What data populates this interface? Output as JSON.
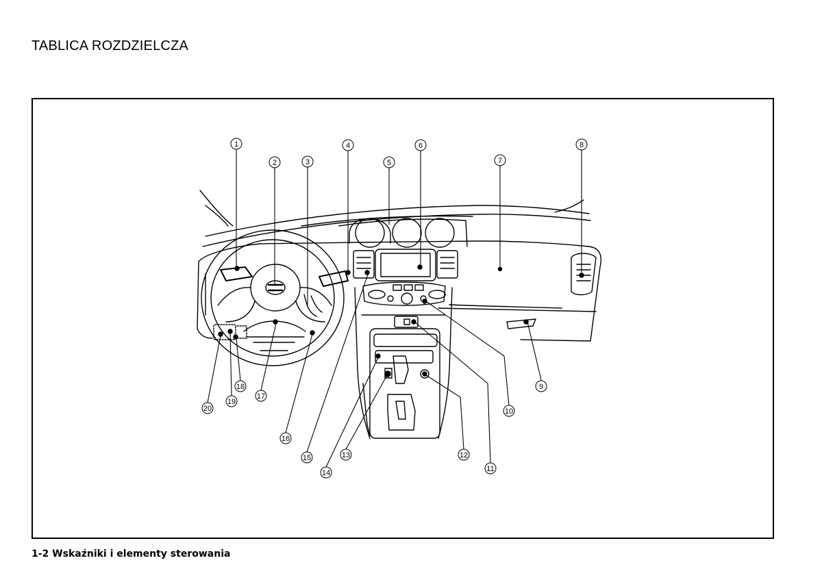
{
  "page": {
    "title": "TABLICA ROZDZIELCZA",
    "footer": "1-2 Wskaźniki i elementy sterowania"
  },
  "diagram": {
    "callouts": [
      {
        "id": "1",
        "label": "1"
      },
      {
        "id": "2",
        "label": "2"
      },
      {
        "id": "3",
        "label": "3"
      },
      {
        "id": "4",
        "label": "4"
      },
      {
        "id": "5",
        "label": "5"
      },
      {
        "id": "6",
        "label": "6"
      },
      {
        "id": "7",
        "label": "7"
      },
      {
        "id": "8",
        "label": "8"
      },
      {
        "id": "9",
        "label": "9"
      },
      {
        "id": "10",
        "label": "10"
      },
      {
        "id": "11",
        "label": "11"
      },
      {
        "id": "12",
        "label": "12"
      },
      {
        "id": "13",
        "label": "13"
      },
      {
        "id": "14",
        "label": "14"
      },
      {
        "id": "15",
        "label": "15"
      },
      {
        "id": "16",
        "label": "16"
      },
      {
        "id": "17",
        "label": "17"
      },
      {
        "id": "18",
        "label": "18"
      },
      {
        "id": "19",
        "label": "19"
      },
      {
        "id": "20",
        "label": "20"
      }
    ]
  }
}
